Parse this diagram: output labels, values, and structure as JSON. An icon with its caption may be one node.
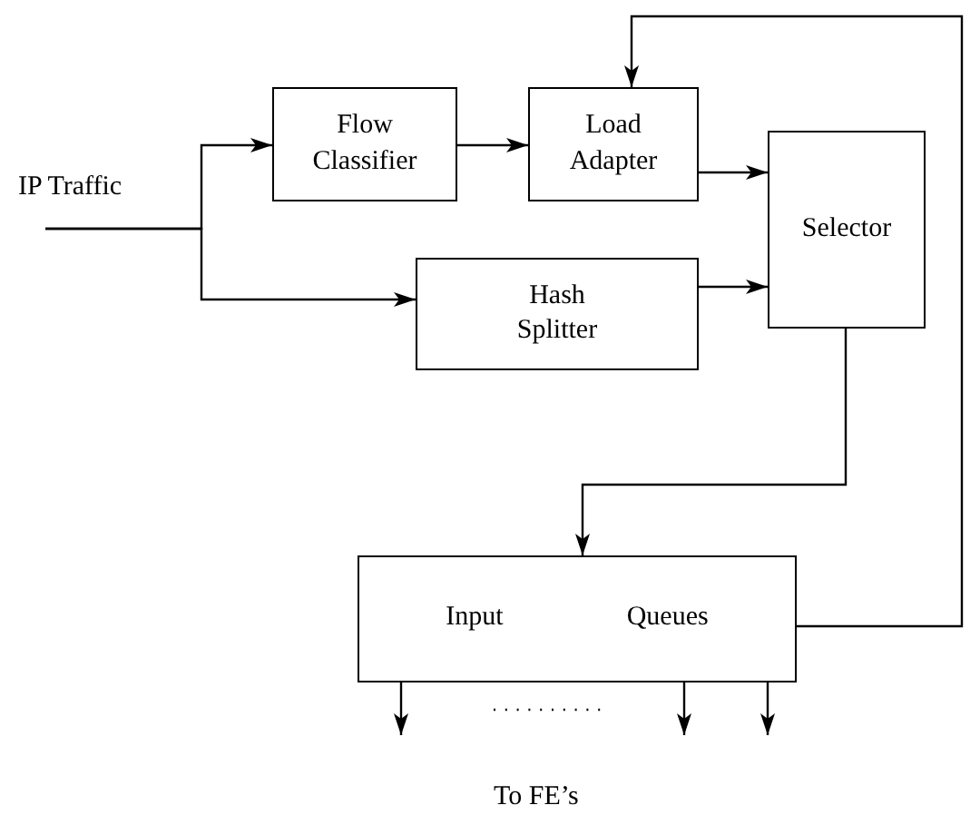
{
  "diagram": {
    "nodes": [
      {
        "text": [
          "IP Traffic"
        ]
      },
      {
        "text": [
          "Flow Classifier"
        ]
      },
      {
        "text": [
          "Load Adapter"
        ]
      },
      {
        "text": [
          "Hash Splitter"
        ]
      },
      {
        "text": [
          "Selector"
        ]
      },
      {
        "text": [
          "Input",
          "Queues"
        ]
      }
    ],
    "edges": [
      {
        "from": 0,
        "to": 1,
        "arrow": "to"
      },
      {
        "from": 0,
        "to": 3,
        "arrow": "to"
      },
      {
        "from": 1,
        "to": 2,
        "arrow": "to"
      },
      {
        "from": 2,
        "to": 4,
        "arrow": "to"
      },
      {
        "from": 3,
        "to": 4,
        "arrow": "to"
      },
      {
        "from": 4,
        "to": 5,
        "arrow": "to"
      },
      {
        "from": 5,
        "to": 2,
        "arrow": "to"
      },
      {
        "from": 5,
        "to": null,
        "arrow": "to"
      },
      {
        "from": 5,
        "to": null,
        "arrow": "to"
      },
      {
        "from": 5,
        "to": null,
        "arrow": "to"
      }
    ],
    "labels": [
      "To FE’s"
    ]
  }
}
